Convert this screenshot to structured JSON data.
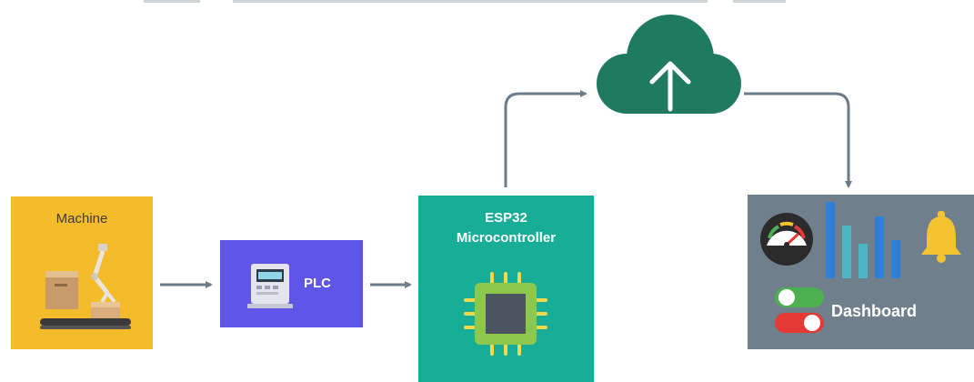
{
  "machine": {
    "label": "Machine"
  },
  "plc": {
    "label": "PLC"
  },
  "esp32": {
    "line1": "ESP32",
    "line2": "Microcontroller"
  },
  "dashboard": {
    "label": "Dashboard"
  },
  "icons": {
    "machine": "robot-arm-conveyor-icon",
    "plc": "plc-device-icon",
    "esp32": "microchip-icon",
    "cloud": "cloud-upload-icon",
    "gauge": "gauge-icon",
    "bars": "bar-chart-icon",
    "bell": "bell-icon",
    "toggles": "toggle-switch-icon"
  },
  "colors": {
    "machine": "#f4bb2a",
    "plc": "#5f56e8",
    "esp32": "#18ad96",
    "cloud": "#1f7a60",
    "dashboard": "#6f7f8c",
    "arrows": "#6b7c8a"
  }
}
